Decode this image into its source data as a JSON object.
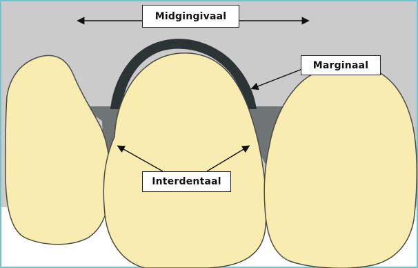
{
  "labels": {
    "midgingival": "Midgingivaal",
    "marginal": "Marginaal",
    "interdental": "Interdentaal"
  },
  "colors": {
    "frame_border": "#6fc3d3",
    "gingiva_background": "#cbcbcb",
    "interdental_gingiva": "#6f7575",
    "marginal_gingiva": "#2c3435",
    "tooth_fill": "#f8ecb0",
    "tooth_outline": "#4a4a42",
    "arrow": "#111111"
  }
}
